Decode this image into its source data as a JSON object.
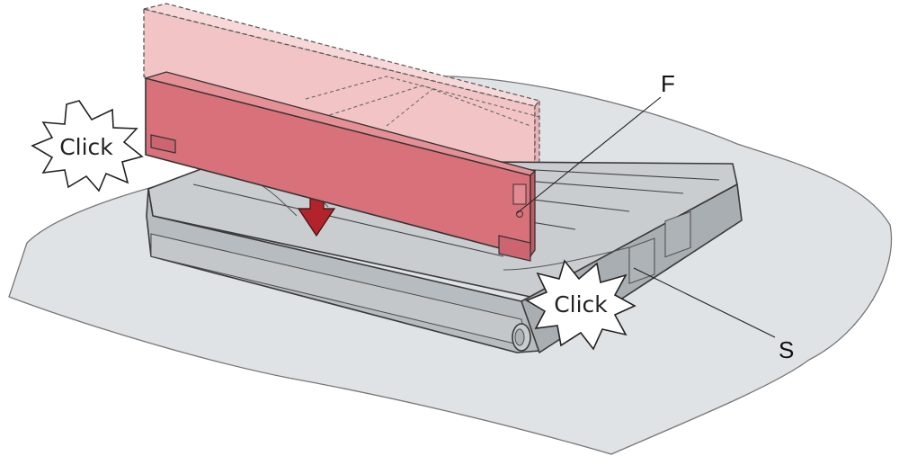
{
  "callouts": {
    "label_f": "F",
    "label_s": "S"
  },
  "bursts": {
    "left_text": "Click",
    "right_text": "Click"
  },
  "colors": {
    "sheet_fill": "#dfe3e6",
    "tray_fill": "#c9cdd0",
    "tray_dark": "#9ea3a7",
    "bar_solid": "#d9717a",
    "bar_ghost": "#f2c4c6",
    "arrow": "#b3232b"
  }
}
